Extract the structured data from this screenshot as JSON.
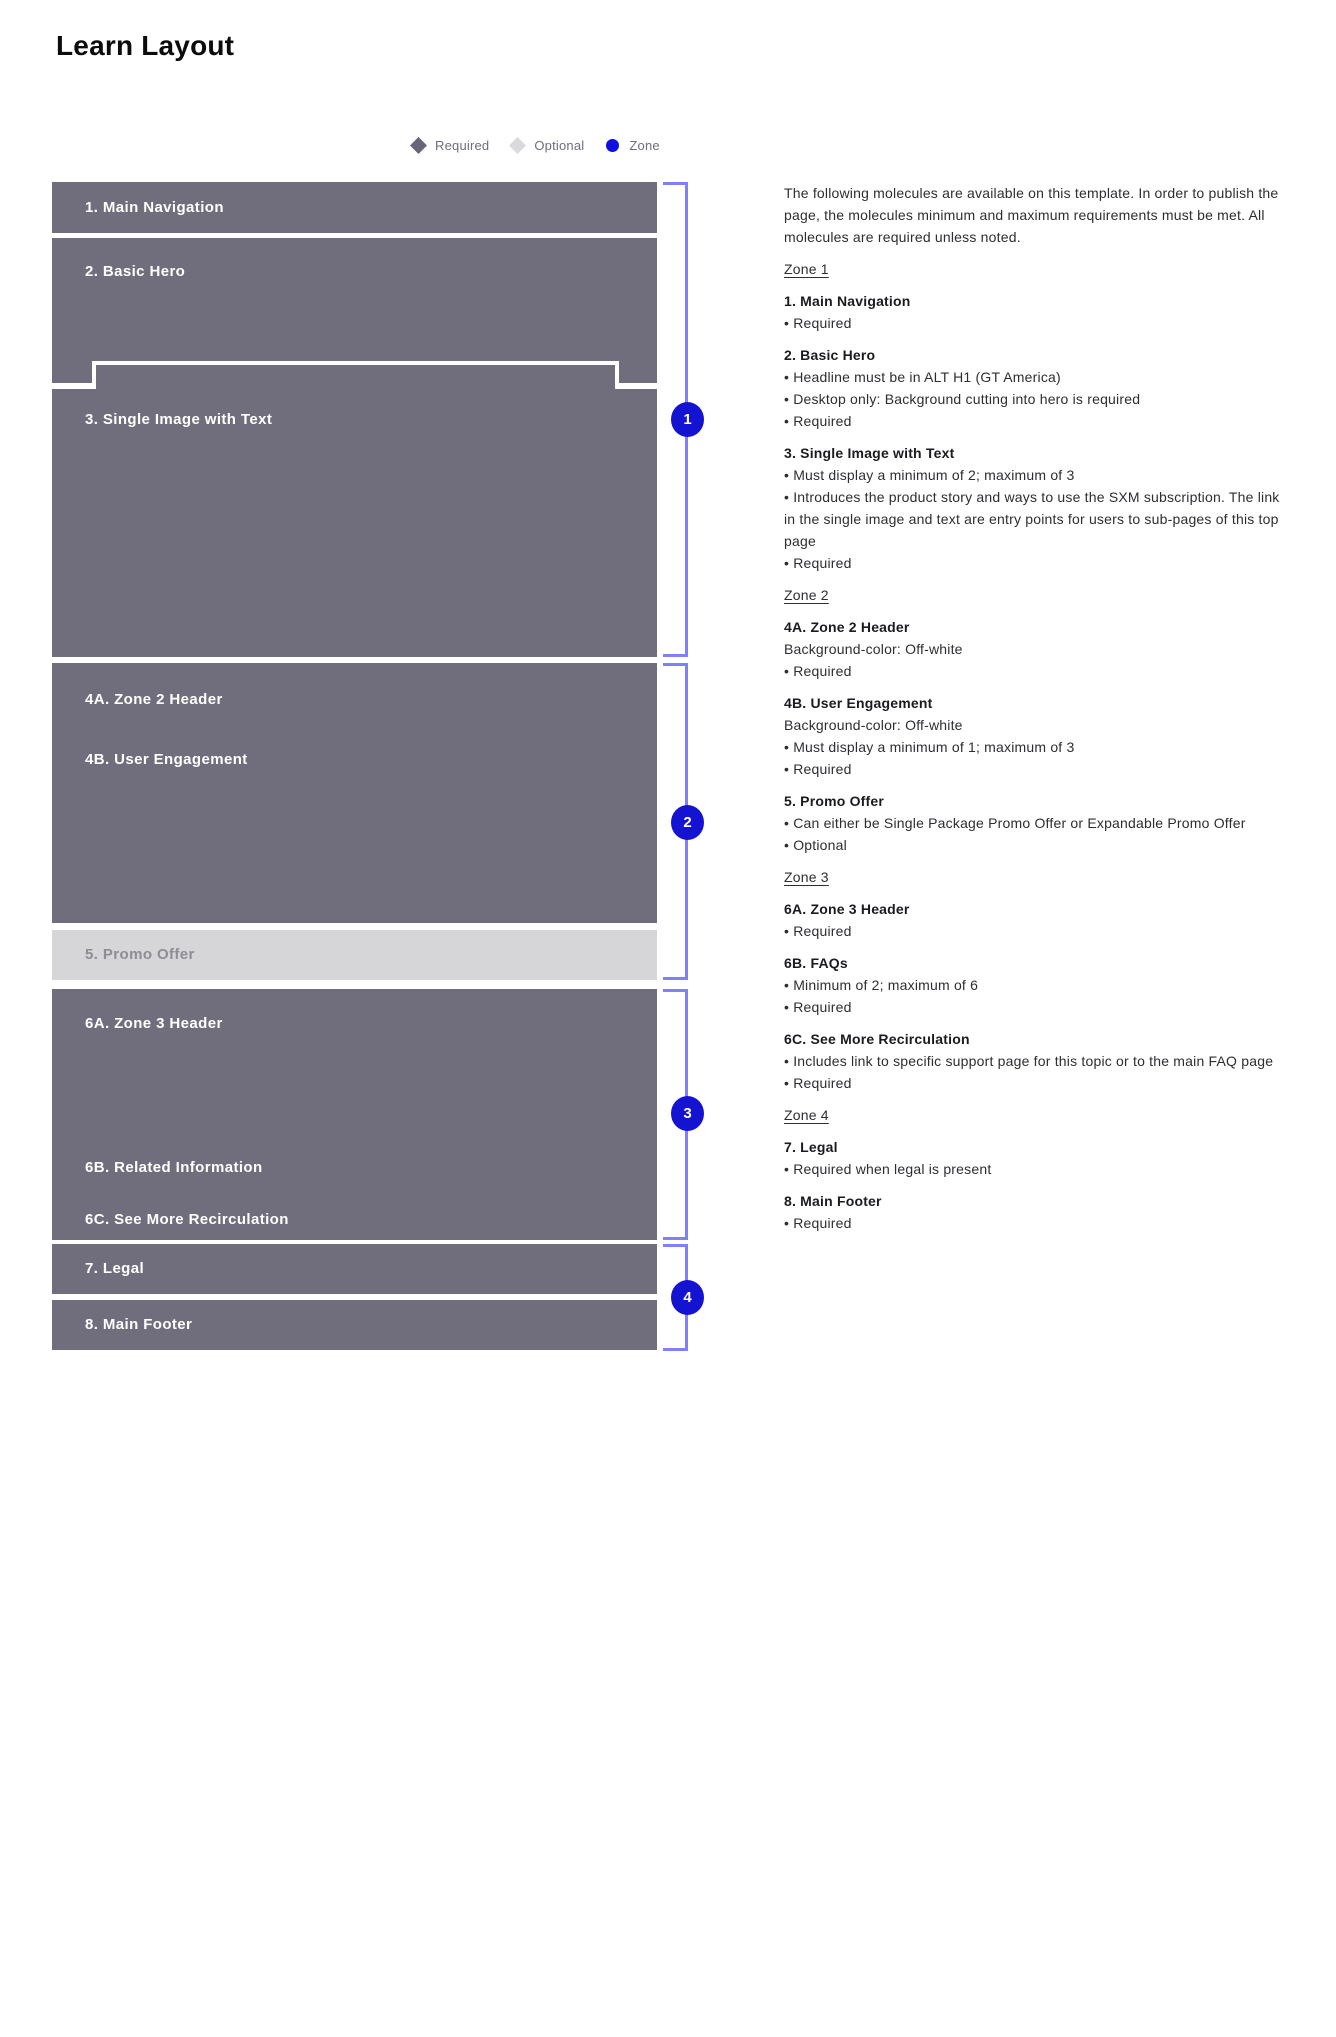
{
  "title": "Learn Layout",
  "legend": {
    "required_label": "Required",
    "optional_label": "Optional",
    "zone_label": "Zone"
  },
  "colors": {
    "block_gray": "#706e7d",
    "promo_bg": "#d6d6d8",
    "promo_text": "#8d8c97",
    "zone_line": "#7f81f8",
    "zone_circle": "#1513d2",
    "legend_required": "#676577",
    "legend_optional": "#d9d9de",
    "legend_zone_dot": "#0f0fe0"
  },
  "wireframe": {
    "blocks": [
      {
        "id": "main-navigation",
        "label": "1. Main Navigation"
      },
      {
        "id": "basic-hero",
        "label": "2. Basic Hero"
      },
      {
        "id": "single-image-with-text",
        "label": "3. Single Image with Text"
      },
      {
        "id": "zone-2-header",
        "label": "4A. Zone 2 Header"
      },
      {
        "id": "user-engagement",
        "label": "4B. User Engagement"
      },
      {
        "id": "promo-offer",
        "label": "5. Promo Offer"
      },
      {
        "id": "zone-3-header",
        "label": "6A. Zone 3 Header"
      },
      {
        "id": "related-information",
        "label": "6B. Related Information"
      },
      {
        "id": "see-more-recirculation",
        "label": "6C. See More Recirculation"
      },
      {
        "id": "legal",
        "label": "7. Legal"
      },
      {
        "id": "main-footer",
        "label": "8. Main Footer"
      }
    ]
  },
  "zones": [
    {
      "number": "1"
    },
    {
      "number": "2"
    },
    {
      "number": "3"
    },
    {
      "number": "4"
    }
  ],
  "right_panel": {
    "intro": "The following molecules are available on this template. In order to publish the page, the molecules minimum and maximum requirements must be met. All molecules are required unless noted.",
    "sections": [
      {
        "zone_label": "Zone 1",
        "items": [
          {
            "title": "1. Main Navigation",
            "lines": [
              "• Required"
            ]
          },
          {
            "title": "2. Basic Hero",
            "lines": [
              "• Headline must be in ALT H1 (GT America)",
              "• Desktop only: Background cutting into hero is required",
              "• Required"
            ]
          },
          {
            "title": "3. Single Image with Text",
            "lines": [
              "• Must display a minimum of 2; maximum of 3",
              "• Introduces the product story and ways to use the SXM subscription. The link in the single image and text are entry points for users to sub-pages of this top page",
              "• Required"
            ]
          }
        ]
      },
      {
        "zone_label": "Zone 2",
        "items": [
          {
            "title": "4A. Zone 2 Header",
            "lines": [
              "Background-color: Off-white",
              "• Required"
            ]
          },
          {
            "title": "4B. User Engagement",
            "lines": [
              "Background-color: Off-white",
              "• Must display a minimum of 1; maximum of 3",
              "• Required"
            ]
          },
          {
            "title": "5. Promo Offer",
            "lines": [
              "• Can either be Single Package Promo Offer or Expandable Promo Offer",
              "• Optional"
            ]
          }
        ]
      },
      {
        "zone_label": "Zone 3",
        "items": [
          {
            "title": "6A. Zone 3 Header",
            "lines": [
              "• Required"
            ]
          },
          {
            "title": "6B. FAQs",
            "lines": [
              "• Minimum of 2; maximum of 6",
              "• Required"
            ]
          },
          {
            "title": "6C. See More Recirculation",
            "lines": [
              "• Includes link to specific support page for this topic or to the main FAQ page",
              "• Required"
            ]
          }
        ]
      },
      {
        "zone_label": "Zone 4",
        "items": [
          {
            "title": "7. Legal",
            "lines": [
              "• Required when legal is present"
            ]
          },
          {
            "title": "8. Main Footer",
            "lines": [
              "• Required"
            ]
          }
        ]
      }
    ]
  }
}
